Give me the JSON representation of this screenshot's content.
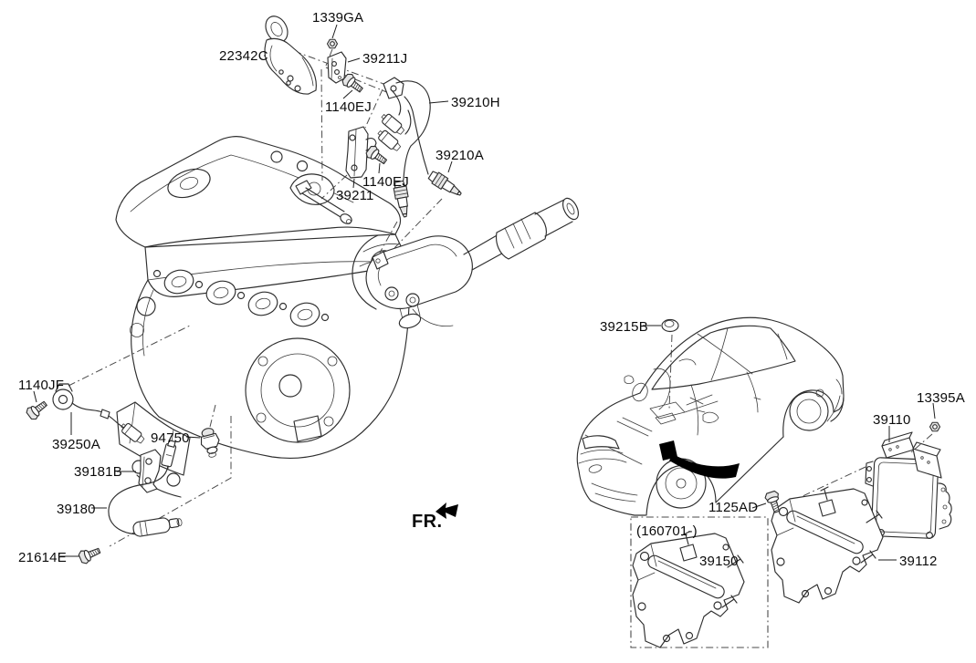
{
  "diagram": {
    "fr_indicator": "FR.",
    "production_note": "(160701-)",
    "parts": {
      "nut_1339GA": "1339GA",
      "bracket_22342C": "22342C",
      "bracket_39211J": "39211J",
      "bolt_1140EJ_upper": "1140EJ",
      "oxygen_sensor_harness_39210H": "39210H",
      "oxygen_sensor_39210A": "39210A",
      "bolt_1140EJ_lower": "1140EJ",
      "bracket_39211": "39211",
      "bolt_1140JF": "1140JF",
      "knock_sensor_39250A": "39250A",
      "oil_pressure_switch_94750": "94750",
      "bracket_39181B": "39181B",
      "crankshaft_sensor_39180": "39180",
      "bolt_21614E": "21614E",
      "grommet_39215B": "39215B",
      "nut_13395A": "13395A",
      "ecu_39110": "39110",
      "bolt_1125AD": "1125AD",
      "bracket_39150": "39150",
      "bracket_39112": "39112"
    }
  },
  "colors": {
    "line": "#2e2e2e",
    "dash_line": "#4a4a4a",
    "solid_black": "#000000",
    "background": "#ffffff"
  }
}
